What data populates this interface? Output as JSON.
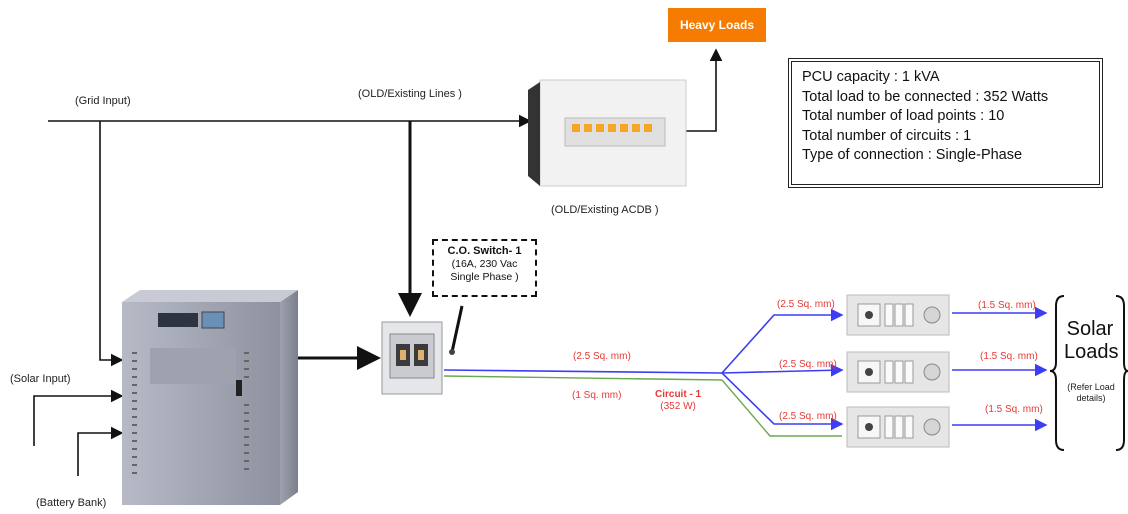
{
  "labels": {
    "grid_input": "(Grid Input)",
    "old_lines": "(OLD/Existing  Lines )",
    "old_acdb": "(OLD/Existing  ACDB )",
    "solar_input": "(Solar Input)",
    "battery_bank": "(Battery Bank)",
    "heavy_loads": "Heavy Loads"
  },
  "co_switch": {
    "title": "C.O. Switch- 1",
    "line1": "(16A, 230 Vac",
    "line2": "Single Phase )"
  },
  "info_box": {
    "line1": "PCU capacity : 1 kVA",
    "line2": "Total load to be connected : 352 Watts",
    "line3": "Total number of load points : 10",
    "line4": "Total number of circuits : 1",
    "line5": "Type of connection : Single-Phase"
  },
  "wires": {
    "main_blue": "(2.5 Sq. mm)",
    "main_green": "(1 Sq. mm)",
    "branch_top": "(2.5 Sq. mm)",
    "branch_mid": "(2.5 Sq. mm)",
    "branch_bot": "(2.5 Sq. mm)",
    "out_top": "(1.5 Sq. mm)",
    "out_mid": "(1.5 Sq. mm)",
    "out_bot": "(1.5 Sq. mm)"
  },
  "circuit": {
    "name": "Circuit - 1",
    "power": "(352 W)"
  },
  "solar_loads": {
    "title_line1": "Solar",
    "title_line2": "Loads",
    "note_line1": "(Refer Load",
    "note_line2": "details)"
  },
  "colors": {
    "live": "#3d3df5",
    "earth": "#6aa84f",
    "heavy": "#f57c00",
    "label_red": "#e53935"
  }
}
